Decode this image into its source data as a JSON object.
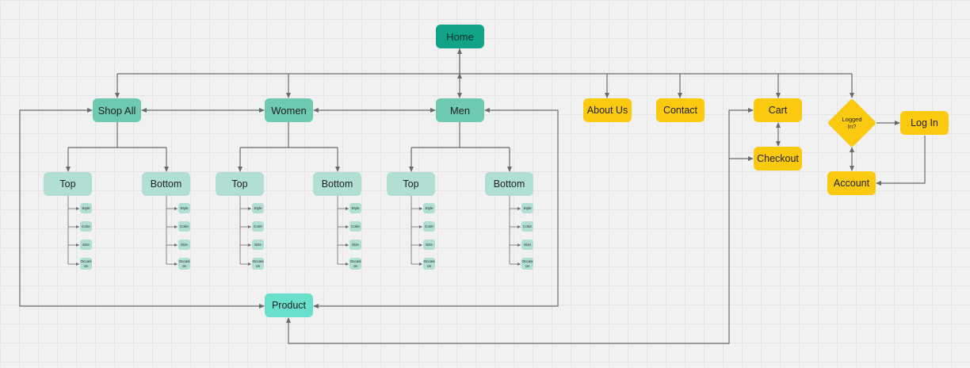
{
  "home": "Home",
  "sections": [
    {
      "label": "Shop All",
      "subs": [
        "Top",
        "Bottom"
      ]
    },
    {
      "label": "Women",
      "subs": [
        "Top",
        "Bottom"
      ]
    },
    {
      "label": "Men",
      "subs": [
        "Top",
        "Bottom"
      ]
    }
  ],
  "filters": [
    "Style",
    "Color",
    "Size",
    "Occasi on"
  ],
  "product": "Product",
  "pages": {
    "about": "About Us",
    "contact": "Contact",
    "cart": "Cart",
    "checkout": "Checkout",
    "logged_in": "Logged In?",
    "login": "Log In",
    "account": "Account"
  },
  "colors": {
    "home": "#12a387",
    "category": "#6ec9b3",
    "subcategory": "#b2dfd4",
    "product": "#68e0cc",
    "utility": "#fbc90f",
    "connector": "#6b6b6b"
  }
}
